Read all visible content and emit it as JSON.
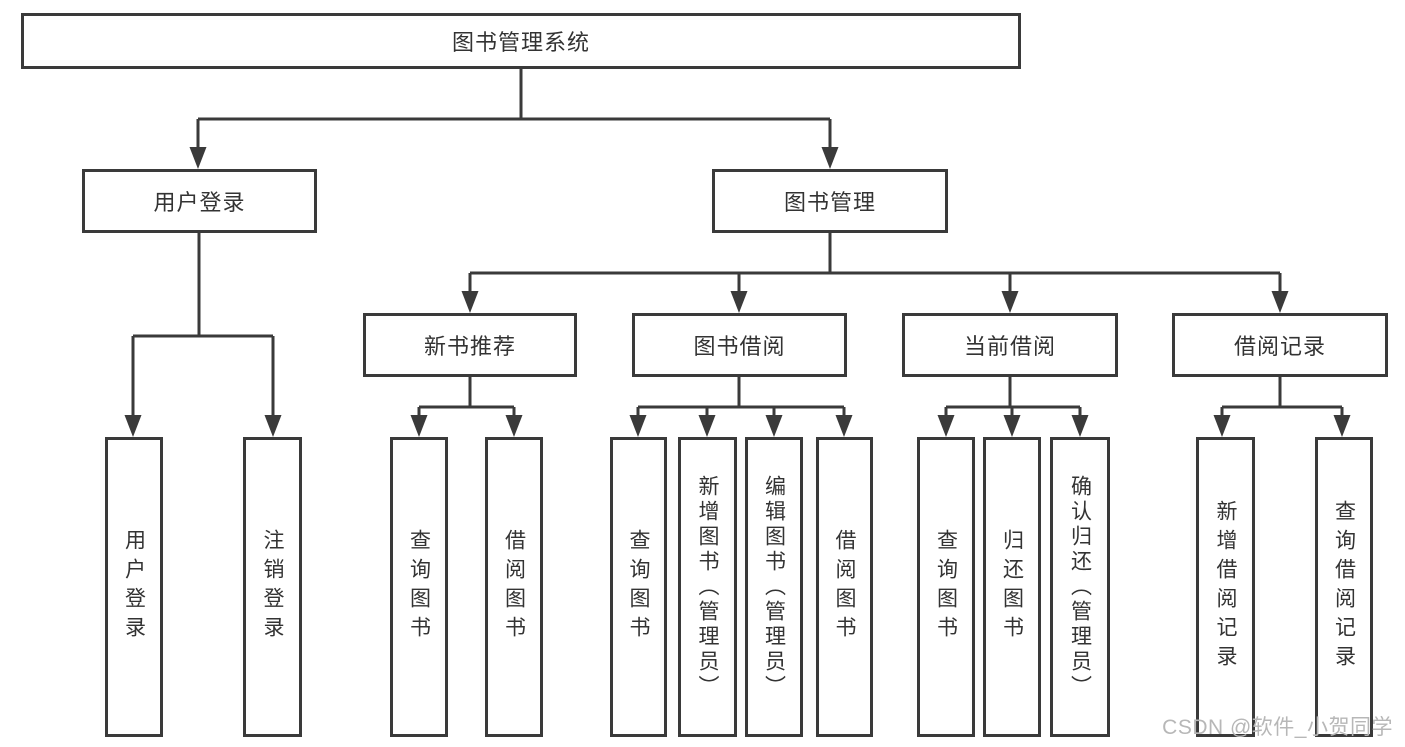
{
  "diagram": {
    "title": "图书管理系统",
    "root": {
      "label": "图书管理系统"
    },
    "branches": [
      {
        "label": "用户登录",
        "children": [
          {
            "label": "用户登录"
          },
          {
            "label": "注销登录"
          }
        ]
      },
      {
        "label": "图书管理",
        "children": [
          {
            "label": "新书推荐",
            "children": [
              {
                "label": "查询图书"
              },
              {
                "label": "借阅图书"
              }
            ]
          },
          {
            "label": "图书借阅",
            "children": [
              {
                "label": "查询图书"
              },
              {
                "label": "新增图书（管理员）"
              },
              {
                "label": "编辑图书（管理员）"
              },
              {
                "label": "借阅图书"
              }
            ]
          },
          {
            "label": "当前借阅",
            "children": [
              {
                "label": "查询图书"
              },
              {
                "label": "归还图书"
              },
              {
                "label": "确认归还（管理员）"
              }
            ]
          },
          {
            "label": "借阅记录",
            "children": [
              {
                "label": "新增借阅记录"
              },
              {
                "label": "查询借阅记录"
              }
            ]
          }
        ]
      }
    ]
  },
  "watermark": {
    "text": "CSDN @软件_小贺同学"
  },
  "colors": {
    "line": "#3a3a3a",
    "text": "#333333",
    "background": "#ffffff",
    "watermark": "#b7b7b7"
  }
}
